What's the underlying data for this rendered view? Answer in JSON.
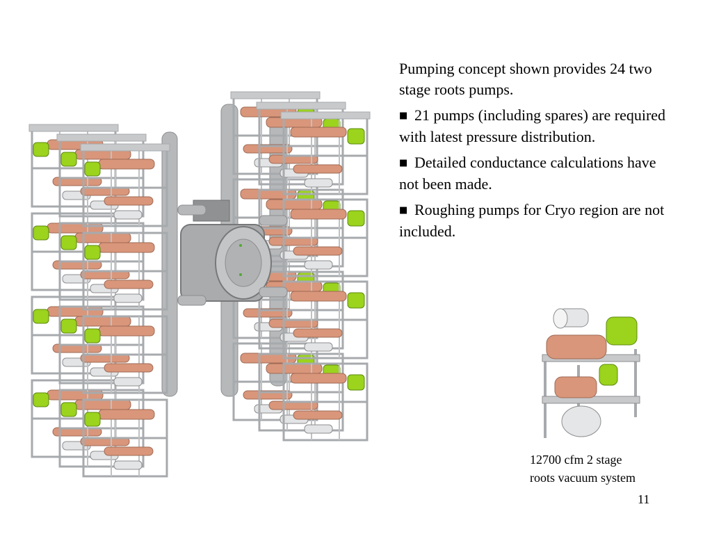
{
  "main_text": {
    "intro": "Pumping concept shown provides 24 two stage roots pumps.",
    "bullet_icon": "square-bullet-icon",
    "bullets": [
      "21 pumps (including spares) are required with latest pressure distribution.",
      "Detailed conductance calculations have not been made.",
      "Roughing pumps for Cryo region are not included."
    ]
  },
  "caption": {
    "line1": "12700 cfm 2 stage",
    "line2": "roots vacuum system"
  },
  "page_number": "11",
  "colors": {
    "frame": "#a7aaad",
    "pipe": "#b6b8ba",
    "copper": "#d9967a",
    "motor": "#9bd31d",
    "background": "#ffffff"
  }
}
